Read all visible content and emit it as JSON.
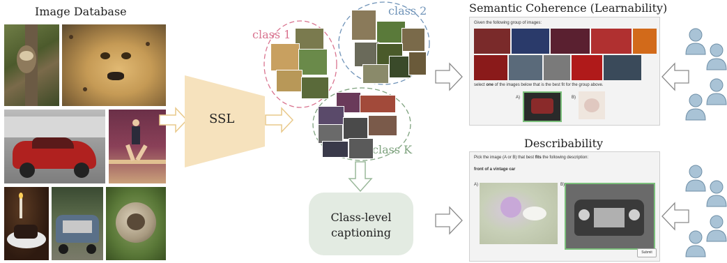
{
  "database": {
    "title": "Image Database"
  },
  "ssl": {
    "label": "SSL"
  },
  "clusters": {
    "class1": {
      "label": "class 1",
      "color": "#d9738f"
    },
    "class2": {
      "label": "class 2",
      "color": "#6f93b8"
    },
    "classK": {
      "label": "class K",
      "color": "#7ea27e"
    }
  },
  "captioning": {
    "label_line1": "Class-level",
    "label_line2": "captioning"
  },
  "semantic": {
    "title": "Semantic Coherence (Learnability)",
    "prompt": "Given the following group of images:",
    "select_pre": "select ",
    "select_bold": "one",
    "select_post": " of the images below that is the best fit for the group above.",
    "option_a": "A)",
    "option_b": "B)"
  },
  "describability": {
    "title": "Describability",
    "prompt_pre": "Pick the image (A or B) that best ",
    "prompt_bold": "fits",
    "prompt_post": " the following description:",
    "description": "front of a vintage car",
    "option_a": "A)",
    "option_b": "B)",
    "submit_label": "Submit"
  },
  "colors": {
    "ssl_fill": "#f6e2bd",
    "arrow_yellow": "#e9c98a",
    "caption_fill": "#e3ebe2",
    "person_fill": "#a9c3d6",
    "person_stroke": "#6e8ea6",
    "selected_border": "#7bbf7b"
  },
  "icons": [
    "person-icon",
    "hollow-arrow-icon"
  ]
}
